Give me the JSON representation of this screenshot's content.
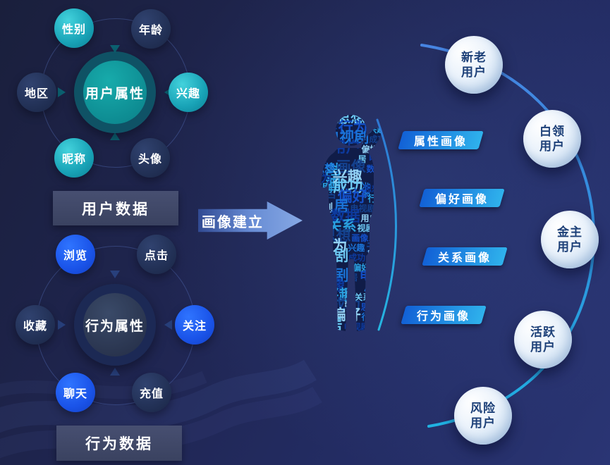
{
  "palette": {
    "background_top": "#1a1f3c",
    "background_bottom": "#2a3574",
    "teal_node": "#18a2b6",
    "navy_node": "#202e52",
    "blue_node": "#1a53e8",
    "pill_start": "#1261d6",
    "pill_end": "#2fb2ec",
    "segment_fill": "#eaf2fb",
    "segment_text": "#1d4078",
    "arc_blue": "#3b8ae8"
  },
  "user_cluster": {
    "center_label": "用户属性",
    "data_label": "用户数据",
    "satellites": [
      {
        "label": "性别"
      },
      {
        "label": "年龄"
      },
      {
        "label": "地区"
      },
      {
        "label": "兴趣"
      },
      {
        "label": "昵称"
      },
      {
        "label": "头像"
      }
    ]
  },
  "behavior_cluster": {
    "center_label": "行为属性",
    "data_label": "行为数据",
    "satellites": [
      {
        "label": "浏览"
      },
      {
        "label": "点击"
      },
      {
        "label": "收藏"
      },
      {
        "label": "关注"
      },
      {
        "label": "聊天"
      },
      {
        "label": "充值"
      }
    ]
  },
  "arrow": {
    "label": "画像建立"
  },
  "portraits": [
    {
      "label": "属性画像"
    },
    {
      "label": "偏好画像"
    },
    {
      "label": "关系画像"
    },
    {
      "label": "行为画像"
    }
  ],
  "segments": [
    {
      "label": "新老用户"
    },
    {
      "label": "白领用户"
    },
    {
      "label": "金主用户"
    },
    {
      "label": "活跃用户"
    },
    {
      "label": "风险用户"
    }
  ],
  "wordcloud": {
    "words": [
      "电视剧",
      "成功",
      "思想",
      "画像",
      "数据",
      "用户",
      "偏好",
      "行为",
      "兴趣",
      "关系",
      "视剧",
      "居"
    ],
    "colors": [
      "#1450c8",
      "#2aa0e0",
      "#6cc8f2",
      "#0d3a9e",
      "#93d2f5",
      "#1b74d8",
      "#14418e"
    ]
  }
}
